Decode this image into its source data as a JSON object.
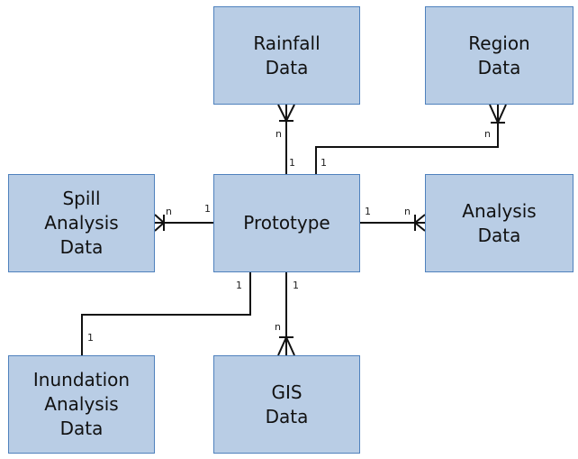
{
  "entities": {
    "rainfall": {
      "lines": [
        "Rainfall",
        "Data"
      ]
    },
    "region": {
      "lines": [
        "Region",
        "Data"
      ]
    },
    "spill": {
      "lines": [
        "Spill",
        "Analysis",
        "Data"
      ]
    },
    "prototype": {
      "lines": [
        "Prototype"
      ]
    },
    "analysis": {
      "lines": [
        "Analysis",
        "Data"
      ]
    },
    "inundation": {
      "lines": [
        "Inundation",
        "Analysis",
        "Data"
      ]
    },
    "gis": {
      "lines": [
        "GIS",
        "Data"
      ]
    }
  },
  "relationships": [
    {
      "from": "prototype",
      "to": "rainfall",
      "one": "1",
      "many": "n"
    },
    {
      "from": "prototype",
      "to": "region",
      "one": "1",
      "many": "n"
    },
    {
      "from": "prototype",
      "to": "spill",
      "one": "1",
      "many": "n"
    },
    {
      "from": "prototype",
      "to": "analysis",
      "one": "1",
      "many": "n"
    },
    {
      "from": "prototype",
      "to": "gis",
      "one": "1",
      "many": "n"
    },
    {
      "from": "prototype",
      "to": "inundation",
      "one": "1",
      "end": "1"
    }
  ],
  "colors": {
    "box_fill": "#b9cde5",
    "box_border": "#4f81bd",
    "line": "#111111"
  }
}
